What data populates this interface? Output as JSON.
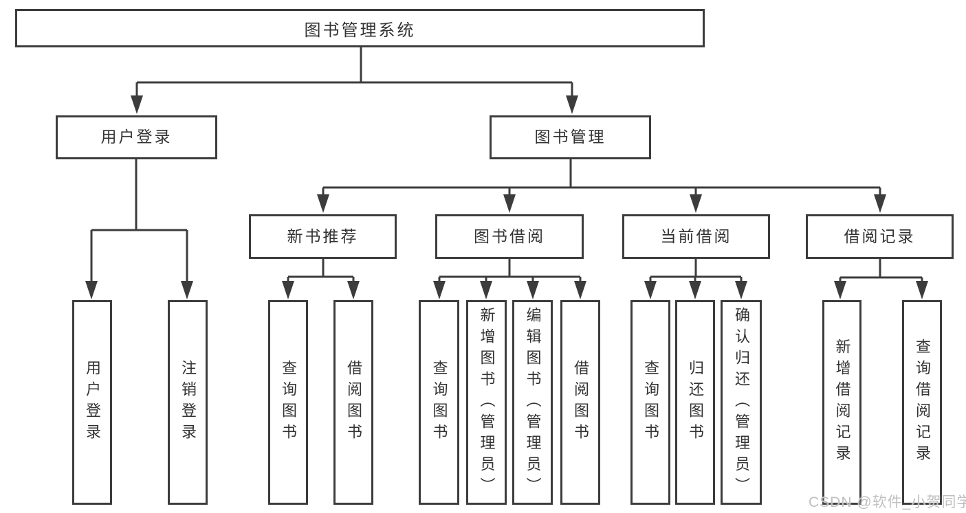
{
  "tree": {
    "root": {
      "label": "图书管理系统"
    },
    "level2": [
      {
        "label": "用户登录",
        "children": [
          {
            "label": "用户登录"
          },
          {
            "label": "注销登录"
          }
        ]
      },
      {
        "label": "图书管理",
        "children": [
          {
            "label": "新书推荐",
            "children": [
              {
                "label": "查询图书"
              },
              {
                "label": "借阅图书"
              }
            ]
          },
          {
            "label": "图书借阅",
            "children": [
              {
                "label": "查询图书"
              },
              {
                "label": "新增图书（管理员）"
              },
              {
                "label": "编辑图书（管理员）"
              },
              {
                "label": "借阅图书"
              }
            ]
          },
          {
            "label": "当前借阅",
            "children": [
              {
                "label": "查询图书"
              },
              {
                "label": "归还图书"
              },
              {
                "label": "确认归还（管理员）"
              }
            ]
          },
          {
            "label": "借阅记录",
            "children": [
              {
                "label": "新增借阅记录"
              },
              {
                "label": "查询借阅记录"
              }
            ]
          }
        ]
      }
    ]
  },
  "watermark": "CSDN @软件_小贺同学",
  "colors": {
    "line": "#3c3c3c",
    "text": "#333333",
    "watermark": "#bfbfbf",
    "bg": "#ffffff"
  }
}
